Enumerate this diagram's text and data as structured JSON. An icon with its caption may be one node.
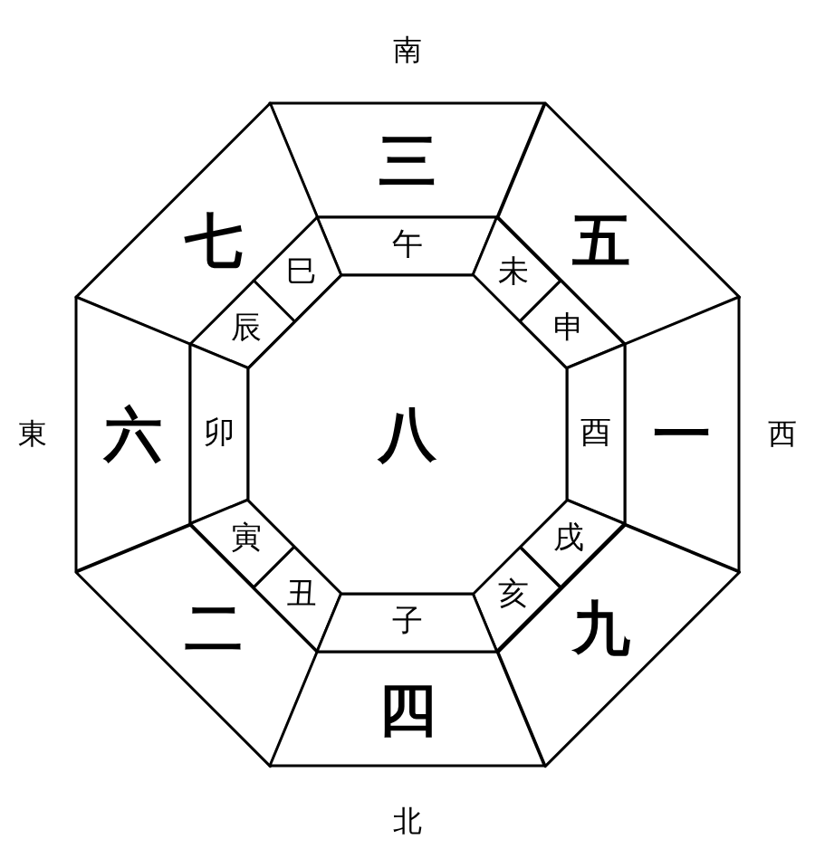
{
  "diagram": {
    "nodes": [
      {
        "text": [
          "三"
        ]
      },
      {
        "text": [
          "七"
        ]
      },
      {
        "text": [
          "五"
        ]
      },
      {
        "text": [
          "六"
        ]
      },
      {
        "text": [
          "一"
        ]
      },
      {
        "text": [
          "二"
        ]
      },
      {
        "text": [
          "九"
        ]
      },
      {
        "text": [
          "四"
        ]
      },
      {
        "text": [
          "午"
        ]
      },
      {
        "text": [
          "巳"
        ]
      },
      {
        "text": [
          "未"
        ]
      },
      {
        "text": [
          "辰"
        ]
      },
      {
        "text": [
          "申"
        ]
      },
      {
        "text": [
          "卯"
        ]
      },
      {
        "text": [
          "酉"
        ]
      },
      {
        "text": [
          "寅"
        ]
      },
      {
        "text": [
          "戌"
        ]
      },
      {
        "text": [
          "丑"
        ]
      },
      {
        "text": [
          "亥"
        ]
      },
      {
        "text": [
          "子"
        ]
      },
      {
        "text": [
          "八"
        ]
      }
    ],
    "labels": [
      "南",
      "東",
      "西",
      "北"
    ]
  }
}
